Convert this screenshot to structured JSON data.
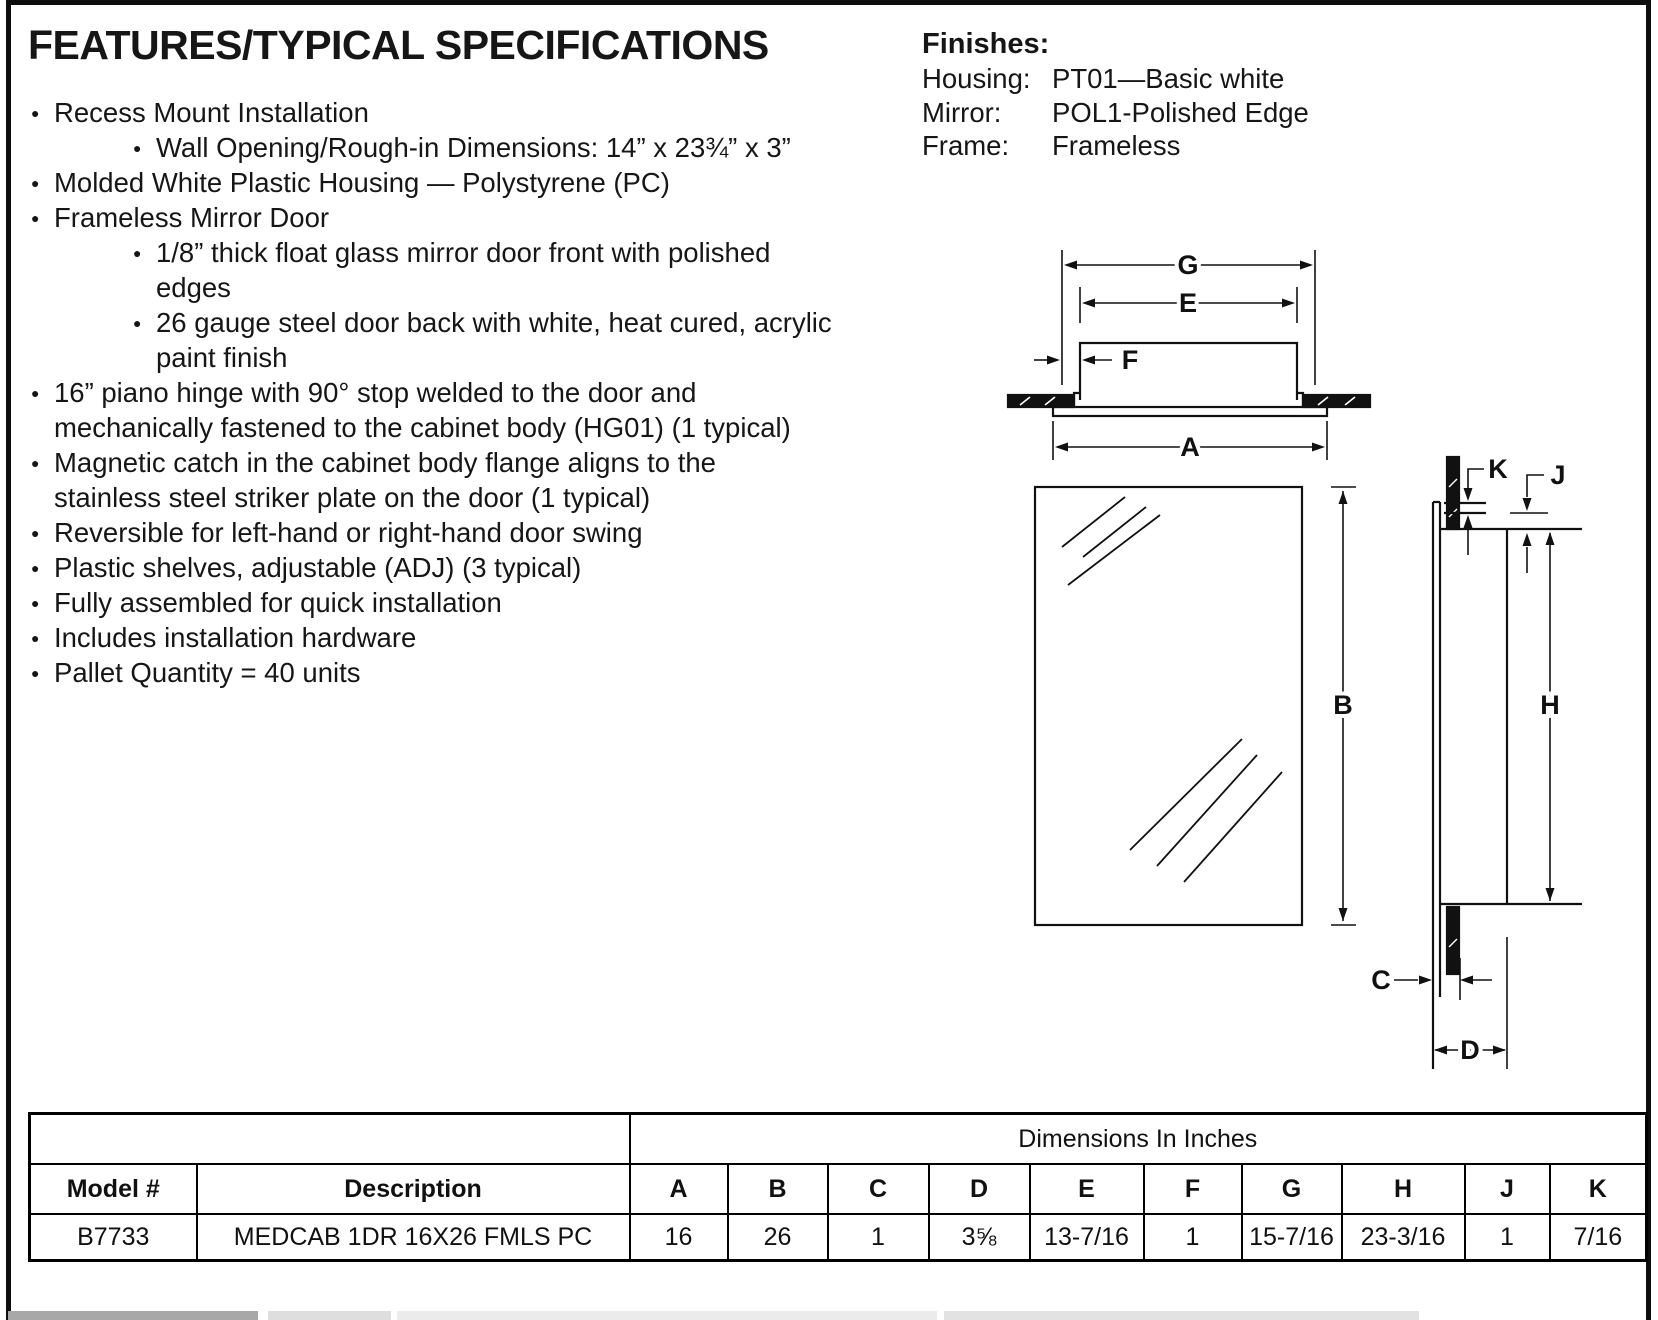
{
  "doc": {
    "title": "FEATURES/TYPICAL SPECIFICATIONS"
  },
  "features": [
    {
      "text": "Recess Mount Installation"
    },
    {
      "text": "Wall Opening/Rough-in Dimensions: 14” x 23¾” x 3”"
    },
    {
      "text": "Molded White Plastic Housing — Polystyrene (PC)"
    },
    {
      "text": "Frameless Mirror Door"
    },
    {
      "text": "1/8” thick float glass mirror door front with polished"
    },
    {
      "text": "edges"
    },
    {
      "text": "26 gauge steel door back with white, heat cured, acrylic"
    },
    {
      "text": "paint finish"
    },
    {
      "text": "16” piano hinge with 90° stop welded to the door and"
    },
    {
      "text": "mechanically fastened to the cabinet body (HG01) (1 typical)"
    },
    {
      "text": "Magnetic catch in the cabinet body flange aligns to the"
    },
    {
      "text": "stainless steel striker plate on the door (1 typical)"
    },
    {
      "text": "Reversible for left-hand or right-hand door swing"
    },
    {
      "text": "Plastic shelves, adjustable (ADJ) (3 typical)"
    },
    {
      "text": "Fully assembled for quick installation"
    },
    {
      "text": "Includes installation hardware"
    },
    {
      "text": "Pallet Quantity = 40 units"
    }
  ],
  "finishes": {
    "heading": "Finishes:",
    "items": [
      {
        "label": "Housing:",
        "value": "PT01—Basic white"
      },
      {
        "label": "Mirror:",
        "value": "POL1-Polished Edge"
      },
      {
        "label": "Frame:",
        "value": "Frameless"
      }
    ]
  },
  "diagram": {
    "labels": {
      "G": "G",
      "E": "E",
      "F": "F",
      "A": "A",
      "B": "B",
      "H": "H",
      "K": "K",
      "J": "J",
      "C": "C",
      "D": "D"
    }
  },
  "table": {
    "span_header": "Dimensions In Inches",
    "model_col": "Model #",
    "desc_col": "Description",
    "dim_cols": [
      "A",
      "B",
      "C",
      "D",
      "E",
      "F",
      "G",
      "H",
      "J",
      "K"
    ],
    "row": {
      "model": "B7733",
      "description": "MEDCAB 1DR 16X26 FMLS PC",
      "dims": [
        "16",
        "26",
        "1",
        "3⅝",
        "13-7/16",
        "1",
        "15-7/16",
        "23-3/16",
        "1",
        "7/16"
      ]
    }
  }
}
